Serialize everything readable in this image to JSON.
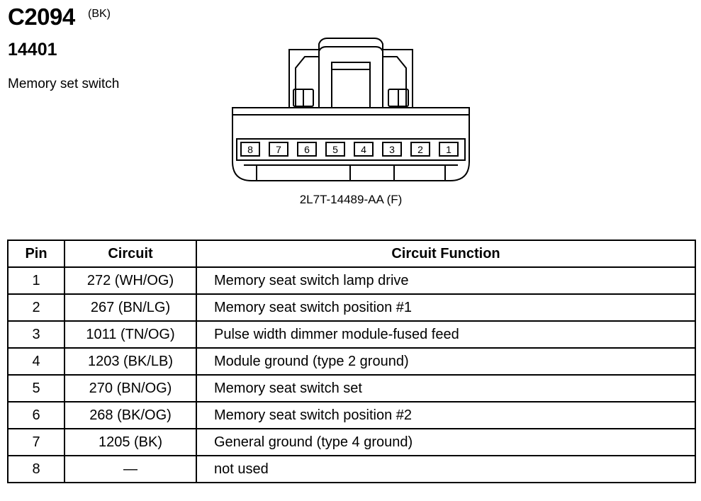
{
  "header": {
    "connector_id": "C2094",
    "color_code": "(BK)",
    "part_number": "14401",
    "description": "Memory set switch"
  },
  "connector": {
    "part_label": "2L7T-14489-AA (F)",
    "pins": [
      "8",
      "7",
      "6",
      "5",
      "4",
      "3",
      "2",
      "1"
    ]
  },
  "table": {
    "headers": {
      "pin": "Pin",
      "circuit": "Circuit",
      "function": "Circuit Function"
    },
    "rows": [
      {
        "pin": "1",
        "circuit": "272 (WH/OG)",
        "function": "Memory seat switch lamp drive"
      },
      {
        "pin": "2",
        "circuit": "267 (BN/LG)",
        "function": "Memory seat switch position #1"
      },
      {
        "pin": "3",
        "circuit": "1011 (TN/OG)",
        "function": "Pulse width dimmer module-fused feed"
      },
      {
        "pin": "4",
        "circuit": "1203 (BK/LB)",
        "function": "Module ground (type 2 ground)"
      },
      {
        "pin": "5",
        "circuit": "270 (BN/OG)",
        "function": "Memory seat switch set"
      },
      {
        "pin": "6",
        "circuit": "268 (BK/OG)",
        "function": "Memory seat switch position #2"
      },
      {
        "pin": "7",
        "circuit": "1205 (BK)",
        "function": "General ground (type 4 ground)"
      },
      {
        "pin": "8",
        "circuit": "—",
        "function": "not used"
      }
    ]
  }
}
